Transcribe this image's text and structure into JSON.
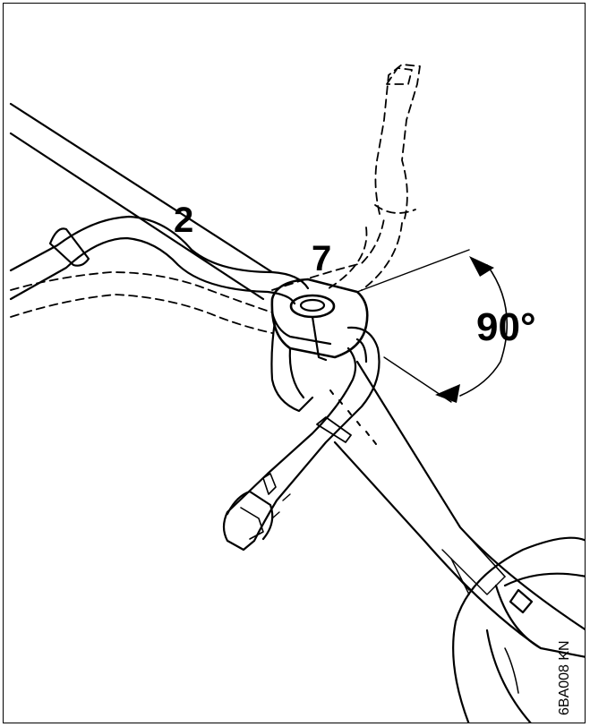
{
  "labels": {
    "handle_part": "2",
    "clamp_part": "7",
    "angle": "90°"
  },
  "image_code": "6BA008 KN",
  "colors": {
    "line": "#000000",
    "background": "#ffffff"
  }
}
